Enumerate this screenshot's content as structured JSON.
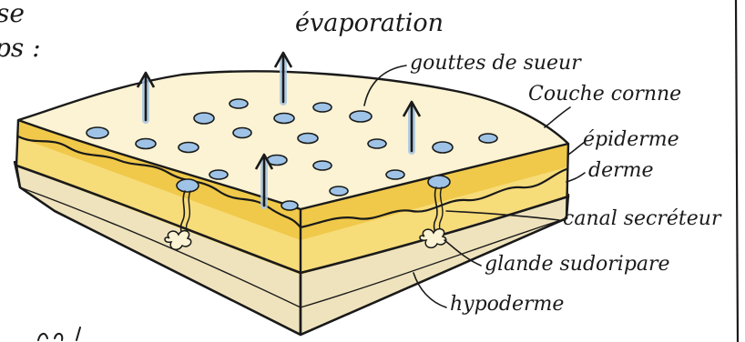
{
  "page": {
    "fragment_top": "se",
    "fragment_mid": "ps :",
    "frame_right_border": true
  },
  "labels": {
    "evaporation": "évaporation",
    "gouttes": "gouttes de sueur",
    "couche": "Couche cornne",
    "epiderme": "épiderme",
    "derme": "derme",
    "canal": "canal secréteur",
    "glande": "glande sudoripare",
    "hypoderme": "hypoderme"
  },
  "colors": {
    "top_surface": "#fbf3d3",
    "epidermis": "#f0c94a",
    "dermis": "#f7dc7a",
    "hypodermis": "#efe3bd",
    "sweat_drop": "#9ec3e6",
    "ink": "#1a1a1a"
  }
}
